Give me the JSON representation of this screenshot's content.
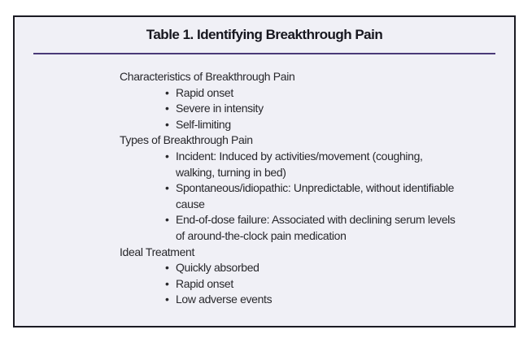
{
  "table": {
    "title": "Table 1. Identifying Breakthrough Pain",
    "sections": [
      {
        "heading": "Characteristics of Breakthrough Pain",
        "items": [
          {
            "lines": [
              "Rapid onset"
            ]
          },
          {
            "lines": [
              "Severe in intensity"
            ]
          },
          {
            "lines": [
              "Self-limiting"
            ]
          }
        ]
      },
      {
        "heading": "Types of Breakthrough Pain",
        "items": [
          {
            "lines": [
              "Incident: Induced by activities/movement (coughing,",
              "walking, turning in bed)"
            ]
          },
          {
            "lines": [
              "Spontaneous/idiopathic: Unpredictable, without identifiable",
              "cause"
            ]
          },
          {
            "lines": [
              "End-of-dose failure: Associated with declining serum levels",
              "of around-the-clock pain medication"
            ]
          }
        ]
      },
      {
        "heading": "Ideal Treatment",
        "items": [
          {
            "lines": [
              "Quickly absorbed"
            ]
          },
          {
            "lines": [
              "Rapid onset"
            ]
          },
          {
            "lines": [
              "Low adverse events"
            ]
          }
        ]
      }
    ],
    "bullet_glyph": "•"
  },
  "colors": {
    "box_background": "#f0f0f6",
    "box_border": "#1b1b23",
    "title_rule": "#4a3a78",
    "title_text": "#17171f",
    "body_text": "#28282c"
  }
}
